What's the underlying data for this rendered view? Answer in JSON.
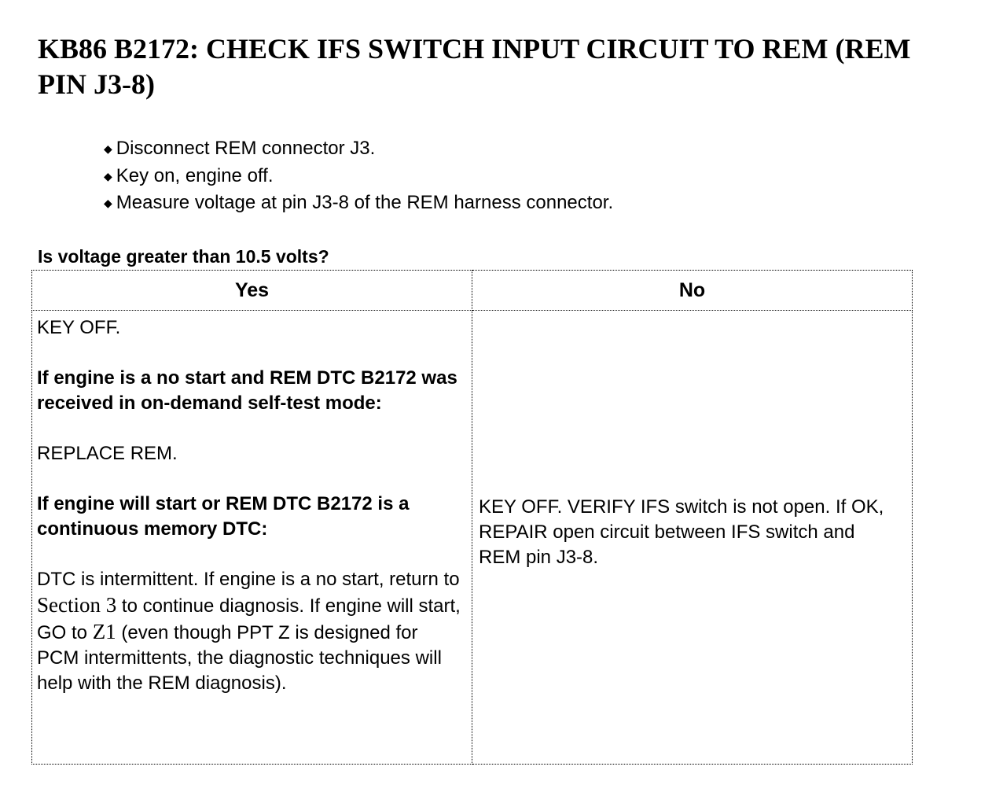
{
  "title": "KB86 B2172: CHECK IFS SWITCH INPUT CIRCUIT TO REM (REM PIN J3-8)",
  "steps": [
    "Disconnect REM connector J3.",
    "Key on, engine off.",
    "Measure voltage at pin J3-8 of the REM harness connector."
  ],
  "question": "Is voltage greater than 10.5 volts?",
  "table": {
    "headers": [
      "Yes",
      "No"
    ],
    "yes": {
      "p1": "KEY OFF.",
      "p2": "If engine is a no start and REM DTC B2172 was received in on-demand self-test mode:",
      "p3": "REPLACE REM.",
      "p4": "If engine will start or REM DTC B2172 is a continuous memory DTC:",
      "p5_part1": "DTC is intermittent. If engine is a no start, return to ",
      "p5_ref1": "Section 3",
      "p5_part2": " to continue diagnosis. If engine will start, GO to ",
      "p5_ref2": "Z1",
      "p5_part3": " (even though PPT Z is designed for PCM intermittents, the diagnostic techniques will help with the REM diagnosis)."
    },
    "no": "KEY OFF. VERIFY IFS switch is not open. If OK, REPAIR open circuit between IFS switch and REM pin J3-8."
  }
}
